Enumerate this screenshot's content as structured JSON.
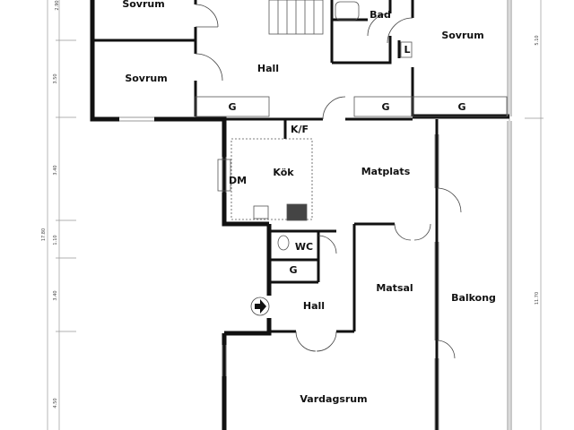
{
  "rooms": {
    "sovrum_1": "Sovrum",
    "sovrum_2": "Sovrum",
    "sovrum_3": "Sovrum",
    "hall_upper": "Hall",
    "bad": "Bad",
    "laundry": "L",
    "closet_1": "G",
    "closet_2": "G",
    "closet_3": "G",
    "kf": "K/F",
    "kok": "Kök",
    "dm": "DM",
    "matplats": "Matplats",
    "wc": "WC",
    "closet_4": "G",
    "hall_lower": "Hall",
    "matsal": "Matsal",
    "balkong": "Balkong",
    "vardagsrum": "Vardagsrum"
  },
  "dimensions": {
    "left_segments": [
      "2.90",
      "3.50",
      "3.40",
      "1.10",
      "3.40",
      "4.50"
    ],
    "left_total": "17.80",
    "right_upper": "5.10",
    "right_lower": "11.70"
  }
}
